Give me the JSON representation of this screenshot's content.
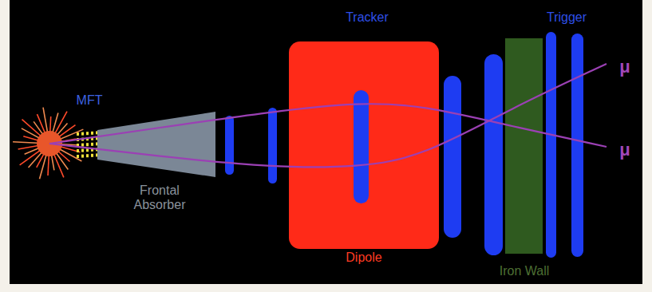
{
  "diagram": {
    "nodes": [
      {
        "text": [
          "Dipole"
        ]
      }
    ],
    "labels": [
      "MFT",
      "Frontal Absorber",
      "Tracker",
      "Trigger",
      "Iron Wall",
      "μ",
      "μ"
    ]
  }
}
